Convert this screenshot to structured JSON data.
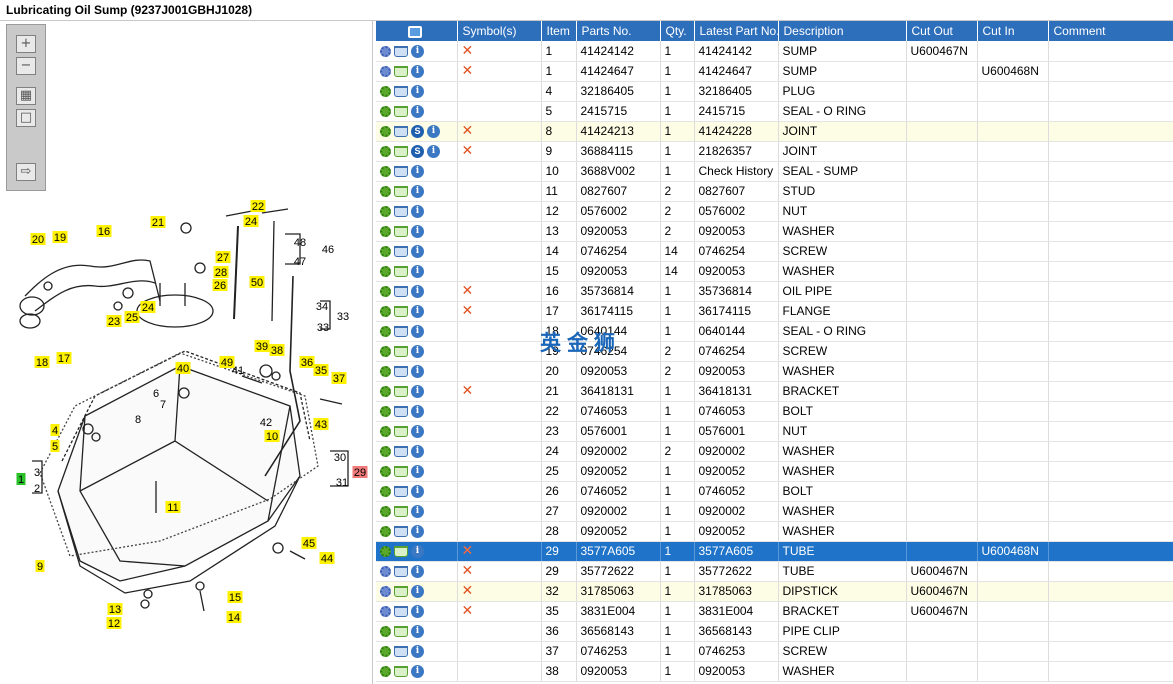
{
  "window": {
    "title": "Lubricating Oil Sump (9237J001GBHJ1028)"
  },
  "toolbar": {
    "icons": [
      "zoom-in-icon",
      "zoom-out-icon",
      "fit-all-icon",
      "fit-page-icon",
      "export-icon"
    ]
  },
  "watermark": "英金狮",
  "grid": {
    "columns": [
      "",
      "Symbol(s)",
      "Item",
      "Parts No.",
      "Qty.",
      "Latest Part No.",
      "Description",
      "Cut Out",
      "Cut In",
      "Comment"
    ],
    "rows": [
      {
        "gear": "blue",
        "sbadge": false,
        "x": true,
        "item": "1",
        "part": "41424142",
        "qty": "1",
        "latest": "41424142",
        "desc": "SUMP",
        "cutout": "U600467N",
        "cutin": "",
        "comment": "",
        "hl": false,
        "sel": false
      },
      {
        "gear": "blue",
        "sbadge": false,
        "x": true,
        "item": "1",
        "part": "41424647",
        "qty": "1",
        "latest": "41424647",
        "desc": "SUMP",
        "cutout": "",
        "cutin": "U600468N",
        "comment": "",
        "hl": false,
        "sel": false
      },
      {
        "gear": "green",
        "sbadge": false,
        "x": false,
        "item": "4",
        "part": "32186405",
        "qty": "1",
        "latest": "32186405",
        "desc": "PLUG",
        "cutout": "",
        "cutin": "",
        "comment": "",
        "hl": false,
        "sel": false
      },
      {
        "gear": "green",
        "sbadge": false,
        "x": false,
        "item": "5",
        "part": "2415715",
        "qty": "1",
        "latest": "2415715",
        "desc": "SEAL - O RING",
        "cutout": "",
        "cutin": "",
        "comment": "",
        "hl": false,
        "sel": false
      },
      {
        "gear": "green",
        "sbadge": true,
        "x": true,
        "item": "8",
        "part": "41424213",
        "qty": "1",
        "latest": "41424228",
        "desc": "JOINT",
        "cutout": "",
        "cutin": "",
        "comment": "",
        "hl": true,
        "sel": false
      },
      {
        "gear": "green",
        "sbadge": true,
        "x": true,
        "item": "9",
        "part": "36884115",
        "qty": "1",
        "latest": "21826357",
        "desc": "JOINT",
        "cutout": "",
        "cutin": "",
        "comment": "",
        "hl": false,
        "sel": false
      },
      {
        "gear": "green",
        "sbadge": false,
        "x": false,
        "item": "10",
        "part": "3688V002",
        "qty": "1",
        "latest": "Check History",
        "desc": "SEAL - SUMP",
        "cutout": "",
        "cutin": "",
        "comment": "",
        "hl": false,
        "sel": false
      },
      {
        "gear": "green",
        "sbadge": false,
        "x": false,
        "item": "11",
        "part": "0827607",
        "qty": "2",
        "latest": "0827607",
        "desc": "STUD",
        "cutout": "",
        "cutin": "",
        "comment": "",
        "hl": false,
        "sel": false
      },
      {
        "gear": "green",
        "sbadge": false,
        "x": false,
        "item": "12",
        "part": "0576002",
        "qty": "2",
        "latest": "0576002",
        "desc": "NUT",
        "cutout": "",
        "cutin": "",
        "comment": "",
        "hl": false,
        "sel": false
      },
      {
        "gear": "green",
        "sbadge": false,
        "x": false,
        "item": "13",
        "part": "0920053",
        "qty": "2",
        "latest": "0920053",
        "desc": "WASHER",
        "cutout": "",
        "cutin": "",
        "comment": "",
        "hl": false,
        "sel": false
      },
      {
        "gear": "green",
        "sbadge": false,
        "x": false,
        "item": "14",
        "part": "0746254",
        "qty": "14",
        "latest": "0746254",
        "desc": "SCREW",
        "cutout": "",
        "cutin": "",
        "comment": "",
        "hl": false,
        "sel": false
      },
      {
        "gear": "green",
        "sbadge": false,
        "x": false,
        "item": "15",
        "part": "0920053",
        "qty": "14",
        "latest": "0920053",
        "desc": "WASHER",
        "cutout": "",
        "cutin": "",
        "comment": "",
        "hl": false,
        "sel": false
      },
      {
        "gear": "green",
        "sbadge": false,
        "x": true,
        "item": "16",
        "part": "35736814",
        "qty": "1",
        "latest": "35736814",
        "desc": "OIL PIPE",
        "cutout": "",
        "cutin": "",
        "comment": "",
        "hl": false,
        "sel": false
      },
      {
        "gear": "green",
        "sbadge": false,
        "x": true,
        "item": "17",
        "part": "36174115",
        "qty": "1",
        "latest": "36174115",
        "desc": "FLANGE",
        "cutout": "",
        "cutin": "",
        "comment": "",
        "hl": false,
        "sel": false
      },
      {
        "gear": "green",
        "sbadge": false,
        "x": false,
        "item": "18",
        "part": "0640144",
        "qty": "1",
        "latest": "0640144",
        "desc": "SEAL - O RING",
        "cutout": "",
        "cutin": "",
        "comment": "",
        "hl": false,
        "sel": false
      },
      {
        "gear": "green",
        "sbadge": false,
        "x": false,
        "item": "19",
        "part": "0746254",
        "qty": "2",
        "latest": "0746254",
        "desc": "SCREW",
        "cutout": "",
        "cutin": "",
        "comment": "",
        "hl": false,
        "sel": false
      },
      {
        "gear": "green",
        "sbadge": false,
        "x": false,
        "item": "20",
        "part": "0920053",
        "qty": "2",
        "latest": "0920053",
        "desc": "WASHER",
        "cutout": "",
        "cutin": "",
        "comment": "",
        "hl": false,
        "sel": false
      },
      {
        "gear": "green",
        "sbadge": false,
        "x": true,
        "item": "21",
        "part": "36418131",
        "qty": "1",
        "latest": "36418131",
        "desc": "BRACKET",
        "cutout": "",
        "cutin": "",
        "comment": "",
        "hl": false,
        "sel": false
      },
      {
        "gear": "green",
        "sbadge": false,
        "x": false,
        "item": "22",
        "part": "0746053",
        "qty": "1",
        "latest": "0746053",
        "desc": "BOLT",
        "cutout": "",
        "cutin": "",
        "comment": "",
        "hl": false,
        "sel": false
      },
      {
        "gear": "green",
        "sbadge": false,
        "x": false,
        "item": "23",
        "part": "0576001",
        "qty": "1",
        "latest": "0576001",
        "desc": "NUT",
        "cutout": "",
        "cutin": "",
        "comment": "",
        "hl": false,
        "sel": false
      },
      {
        "gear": "green",
        "sbadge": false,
        "x": false,
        "item": "24",
        "part": "0920002",
        "qty": "2",
        "latest": "0920002",
        "desc": "WASHER",
        "cutout": "",
        "cutin": "",
        "comment": "",
        "hl": false,
        "sel": false
      },
      {
        "gear": "green",
        "sbadge": false,
        "x": false,
        "item": "25",
        "part": "0920052",
        "qty": "1",
        "latest": "0920052",
        "desc": "WASHER",
        "cutout": "",
        "cutin": "",
        "comment": "",
        "hl": false,
        "sel": false
      },
      {
        "gear": "green",
        "sbadge": false,
        "x": false,
        "item": "26",
        "part": "0746052",
        "qty": "1",
        "latest": "0746052",
        "desc": "BOLT",
        "cutout": "",
        "cutin": "",
        "comment": "",
        "hl": false,
        "sel": false
      },
      {
        "gear": "green",
        "sbadge": false,
        "x": false,
        "item": "27",
        "part": "0920002",
        "qty": "1",
        "latest": "0920002",
        "desc": "WASHER",
        "cutout": "",
        "cutin": "",
        "comment": "",
        "hl": false,
        "sel": false
      },
      {
        "gear": "green",
        "sbadge": false,
        "x": false,
        "item": "28",
        "part": "0920052",
        "qty": "1",
        "latest": "0920052",
        "desc": "WASHER",
        "cutout": "",
        "cutin": "",
        "comment": "",
        "hl": false,
        "sel": false
      },
      {
        "gear": "green",
        "sbadge": false,
        "x": true,
        "item": "29",
        "part": "3577A605",
        "qty": "1",
        "latest": "3577A605",
        "desc": "TUBE",
        "cutout": "",
        "cutin": "U600468N",
        "comment": "",
        "hl": false,
        "sel": true
      },
      {
        "gear": "blue",
        "sbadge": false,
        "x": true,
        "item": "29",
        "part": "35772622",
        "qty": "1",
        "latest": "35772622",
        "desc": "TUBE",
        "cutout": "U600467N",
        "cutin": "",
        "comment": "",
        "hl": false,
        "sel": false
      },
      {
        "gear": "blue",
        "sbadge": false,
        "x": true,
        "item": "32",
        "part": "31785063",
        "qty": "1",
        "latest": "31785063",
        "desc": "DIPSTICK",
        "cutout": "U600467N",
        "cutin": "",
        "comment": "",
        "hl": true,
        "sel": false
      },
      {
        "gear": "blue",
        "sbadge": false,
        "x": true,
        "item": "35",
        "part": "3831E004",
        "qty": "1",
        "latest": "3831E004",
        "desc": "BRACKET",
        "cutout": "U600467N",
        "cutin": "",
        "comment": "",
        "hl": false,
        "sel": false
      },
      {
        "gear": "green",
        "sbadge": false,
        "x": false,
        "item": "36",
        "part": "36568143",
        "qty": "1",
        "latest": "36568143",
        "desc": "PIPE CLIP",
        "cutout": "",
        "cutin": "",
        "comment": "",
        "hl": false,
        "sel": false
      },
      {
        "gear": "green",
        "sbadge": false,
        "x": false,
        "item": "37",
        "part": "0746253",
        "qty": "1",
        "latest": "0746253",
        "desc": "SCREW",
        "cutout": "",
        "cutin": "",
        "comment": "",
        "hl": false,
        "sel": false
      },
      {
        "gear": "green",
        "sbadge": false,
        "x": false,
        "item": "38",
        "part": "0920053",
        "qty": "1",
        "latest": "0920053",
        "desc": "WASHER",
        "cutout": "",
        "cutin": "",
        "comment": "",
        "hl": false,
        "sel": false
      }
    ]
  },
  "diagram": {
    "callouts": [
      {
        "label": "22",
        "style": "yellow"
      },
      {
        "label": "21",
        "style": "yellow"
      },
      {
        "label": "24",
        "style": "yellow"
      },
      {
        "label": "20",
        "style": "yellow"
      },
      {
        "label": "19",
        "style": "yellow"
      },
      {
        "label": "16",
        "style": "yellow"
      },
      {
        "label": "27",
        "style": "yellow"
      },
      {
        "label": "28",
        "style": "yellow"
      },
      {
        "label": "26",
        "style": "yellow"
      },
      {
        "label": "50",
        "style": "yellow"
      },
      {
        "label": "48",
        "style": "plain"
      },
      {
        "label": "47",
        "style": "plain"
      },
      {
        "label": "46",
        "style": "plain"
      },
      {
        "label": "23",
        "style": "yellow"
      },
      {
        "label": "25",
        "style": "yellow"
      },
      {
        "label": "24",
        "style": "yellow"
      },
      {
        "label": "34",
        "style": "plain"
      },
      {
        "label": "33",
        "style": "plain"
      },
      {
        "label": "33",
        "style": "plain"
      },
      {
        "label": "18",
        "style": "yellow"
      },
      {
        "label": "17",
        "style": "yellow"
      },
      {
        "label": "39",
        "style": "yellow"
      },
      {
        "label": "38",
        "style": "yellow"
      },
      {
        "label": "36",
        "style": "yellow"
      },
      {
        "label": "35",
        "style": "yellow"
      },
      {
        "label": "37",
        "style": "yellow"
      },
      {
        "label": "40",
        "style": "yellow"
      },
      {
        "label": "49",
        "style": "yellow"
      },
      {
        "label": "41",
        "style": "plain"
      },
      {
        "label": "6",
        "style": "plain"
      },
      {
        "label": "7",
        "style": "plain"
      },
      {
        "label": "8",
        "style": "plain"
      },
      {
        "label": "42",
        "style": "plain"
      },
      {
        "label": "43",
        "style": "yellow"
      },
      {
        "label": "4",
        "style": "yellow"
      },
      {
        "label": "5",
        "style": "yellow"
      },
      {
        "label": "10",
        "style": "yellow"
      },
      {
        "label": "30",
        "style": "plain"
      },
      {
        "label": "29",
        "style": "red"
      },
      {
        "label": "31",
        "style": "plain"
      },
      {
        "label": "1",
        "style": "green"
      },
      {
        "label": "3",
        "style": "plain"
      },
      {
        "label": "2",
        "style": "plain"
      },
      {
        "label": "11",
        "style": "yellow"
      },
      {
        "label": "45",
        "style": "yellow"
      },
      {
        "label": "44",
        "style": "yellow"
      },
      {
        "label": "9",
        "style": "yellow"
      },
      {
        "label": "13",
        "style": "yellow"
      },
      {
        "label": "15",
        "style": "yellow"
      },
      {
        "label": "12",
        "style": "yellow"
      },
      {
        "label": "14",
        "style": "yellow"
      }
    ]
  }
}
